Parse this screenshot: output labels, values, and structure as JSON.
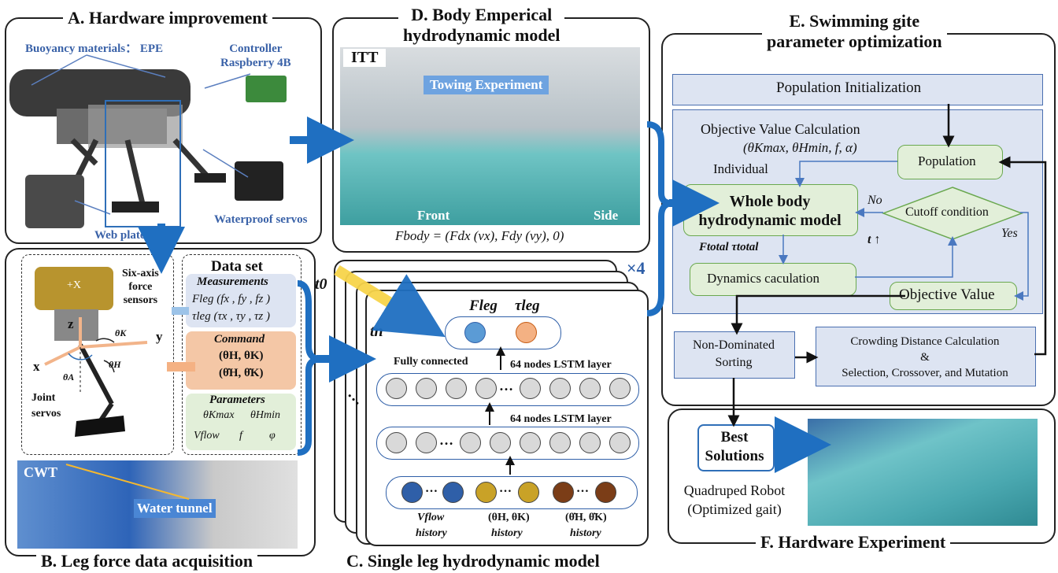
{
  "panels": {
    "a": {
      "title": "A. Hardware improvement",
      "buoyancy": "Buoyancy materials： EPE",
      "controller": "Controller\nRaspberry 4B",
      "servos": "Waterproof servos",
      "web_plate": "Web plate"
    },
    "b": {
      "title": "B. Leg  force data acquisition",
      "six_axis": "Six-axis\nforce\nsensors",
      "joint_servos": "Joint\nservos",
      "cwt": "CWT",
      "water_tunnel": "Water tunnel",
      "axis_x": "x",
      "axis_y": "y",
      "axis_z": "z",
      "theta_k": "θK",
      "theta_h": "θH",
      "theta_a": "θA",
      "sensor_label": "+X",
      "dataset": {
        "title": "Data set",
        "measurements": "Measurements",
        "meas_f": "Fleg (fx , fy , fz )",
        "meas_tau": "τleg (τx , τy , τz )",
        "command": "Command",
        "cmd1": "(θH, θK)",
        "cmd2": "(θ̇H, θ̇K)",
        "parameters": "Parameters",
        "p1": "θKmax",
        "p2": "θHmin",
        "p3": "Vflow",
        "p4": "f",
        "p5": "φ"
      }
    },
    "c": {
      "title": "C. Single leg hydrodynamic model",
      "t0": "t0",
      "tn": "tn",
      "times4": "×4",
      "out_f": "Fleg",
      "out_tau": "τleg",
      "fully_connected": "Fully connected",
      "lstm1": "64 nodes LSTM layer",
      "lstm2": "64 nodes LSTM layer",
      "dots": "…",
      "hist1_a": "Vflow",
      "hist1_b": "history",
      "hist2_a": "(θH, θK)",
      "hist2_b": "history",
      "hist3_a": "(θ̇H, θ̇K)",
      "hist3_b": "history"
    },
    "d": {
      "title": "D. Body Emperical\nhydrodynamic model",
      "itt": "ITT",
      "towing": "Towing Experiment",
      "front": "Front",
      "side": "Side",
      "formula": "Fbody = (Fdx (vx), Fdy (vy), 0)"
    },
    "e": {
      "title": "E. Swimming gite\nparameter optimization",
      "pop_init": "Population Initialization",
      "obj_calc": "Objective Value Calculation",
      "obj_vars": "(θKmax, θHmin, f, α)",
      "individual": "Individual",
      "population": "Population",
      "whole_body": "Whole body\nhydrodynamic model",
      "cutoff": "Cutoff condition",
      "no": "No",
      "yes": "Yes",
      "t_up": "t ↑",
      "f_total": "Ftotal τtotal",
      "dynamics": "Dynamics caculation",
      "objective_value": "Objective Value",
      "non_dom": "Non-Dominated\nSorting",
      "crowding": "Crowding Distance Calculation\n&\nSelection, Crossover, and Mutation"
    },
    "f": {
      "title": "F. Hardware Experiment",
      "best": "Best\nSolutions",
      "robot": "Quadruped Robot\n(Optimized gait)"
    }
  },
  "colors": {
    "arrow_blue": "#1f6fc1",
    "arrow_yellow": "#f7d44a",
    "lav": "#dde4f2",
    "green": "#e2efd9",
    "orange": "#f4c7a6",
    "node_blue": "#2f5fa8",
    "node_gold": "#c9a227",
    "node_brown": "#7b3d17",
    "out_blue": "#5b9bd5",
    "out_orange": "#f4b183"
  }
}
